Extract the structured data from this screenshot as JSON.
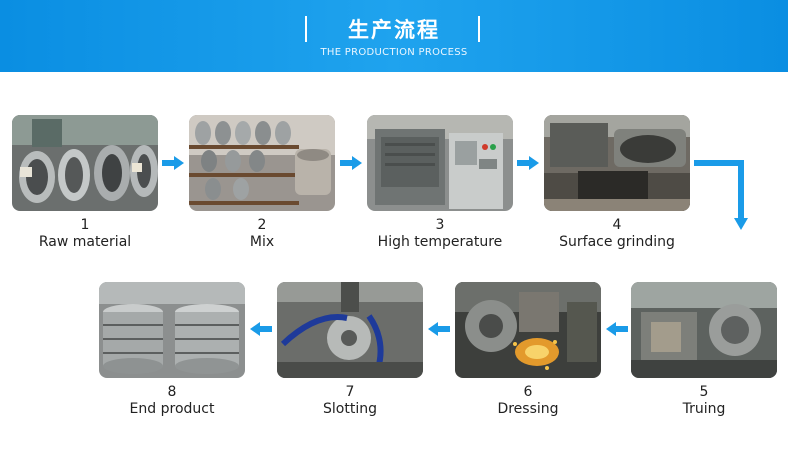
{
  "header": {
    "title": "生产流程",
    "subtitle": "THE PRODUCTION PROCESS"
  },
  "steps": [
    {
      "number": "1",
      "label": "Raw material"
    },
    {
      "number": "2",
      "label": "Mix"
    },
    {
      "number": "3",
      "label": "High temperature"
    },
    {
      "number": "4",
      "label": "Surface grinding"
    },
    {
      "number": "5",
      "label": "Truing"
    },
    {
      "number": "6",
      "label": "Dressing"
    },
    {
      "number": "7",
      "label": "Slotting"
    },
    {
      "number": "8",
      "label": "End product"
    }
  ],
  "colors": {
    "banner": "#0a8ee2",
    "arrow": "#1a9be8",
    "text": "#222222"
  }
}
